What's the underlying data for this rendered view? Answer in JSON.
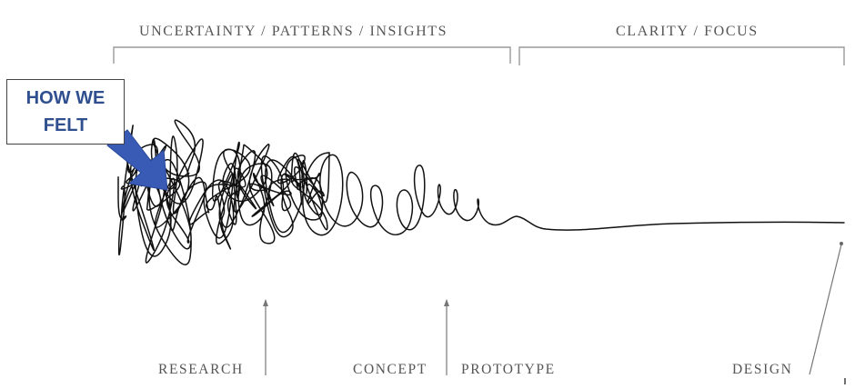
{
  "phases": {
    "left": "UNCERTAINTY / PATTERNS / INSIGHTS",
    "right": "CLARITY / FOCUS"
  },
  "stages": {
    "research": "RESEARCH",
    "concept": "CONCEPT",
    "prototype": "PROTOTYPE",
    "design": "DESIGN"
  },
  "callout": {
    "text": "HOW WE FELT"
  },
  "colors": {
    "callout_arrow": "#3a5bb5",
    "callout_text": "#2f4f8f",
    "labels": "#555555",
    "scribble": "#111111"
  }
}
